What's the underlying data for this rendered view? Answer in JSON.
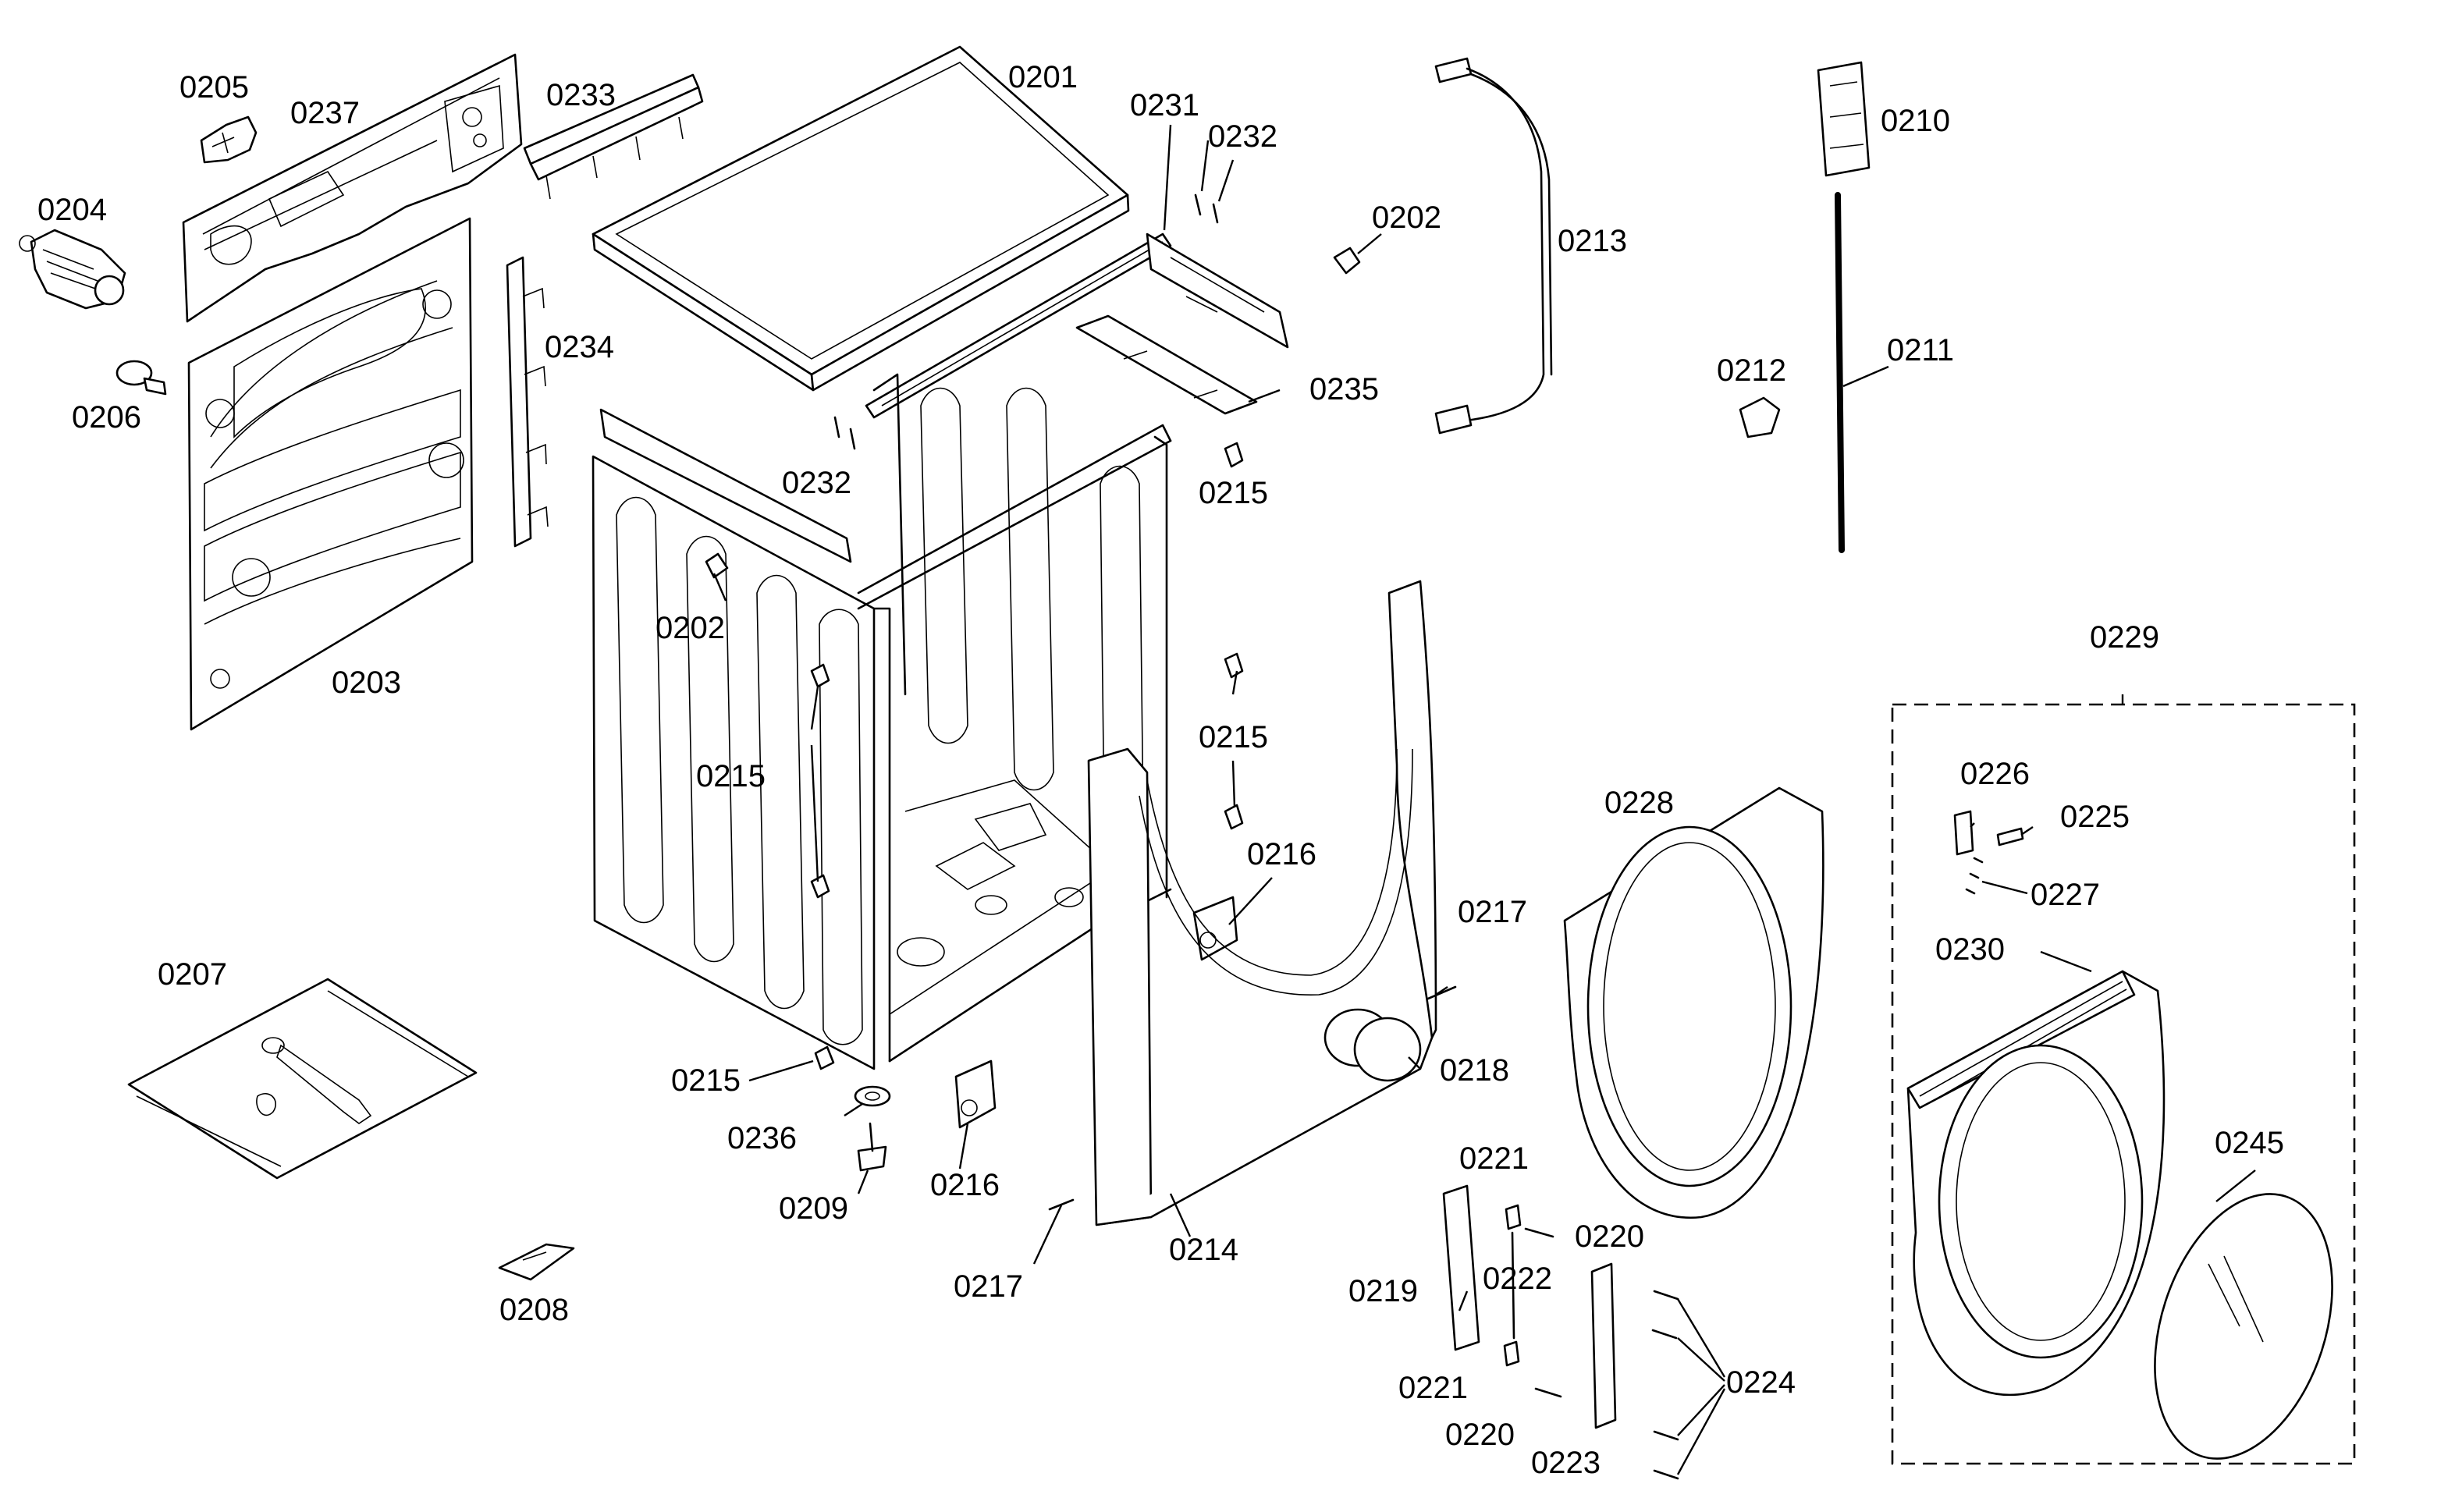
{
  "callouts": {
    "c0201": "0201",
    "c0202a": "0202",
    "c0202b": "0202",
    "c0203": "0203",
    "c0204": "0204",
    "c0205": "0205",
    "c0206": "0206",
    "c0207": "0207",
    "c0208": "0208",
    "c0209": "0209",
    "c0210": "0210",
    "c0211": "0211",
    "c0212": "0212",
    "c0213": "0213",
    "c0214": "0214",
    "c0215a": "0215",
    "c0215b": "0215",
    "c0215c": "0215",
    "c0215d": "0215",
    "c0216a": "0216",
    "c0216b": "0216",
    "c0217a": "0217",
    "c0217b": "0217",
    "c0218": "0218",
    "c0219": "0219",
    "c0220a": "0220",
    "c0220b": "0220",
    "c0221a": "0221",
    "c0221b": "0221",
    "c0222": "0222",
    "c0223": "0223",
    "c0224": "0224",
    "c0225": "0225",
    "c0226": "0226",
    "c0227": "0227",
    "c0228": "0228",
    "c0229": "0229",
    "c0230": "0230",
    "c0231": "0231",
    "c0232a": "0232",
    "c0232b": "0232",
    "c0233": "0233",
    "c0234": "0234",
    "c0235": "0235",
    "c0236": "0236",
    "c0237": "0237",
    "c0245": "0245"
  }
}
